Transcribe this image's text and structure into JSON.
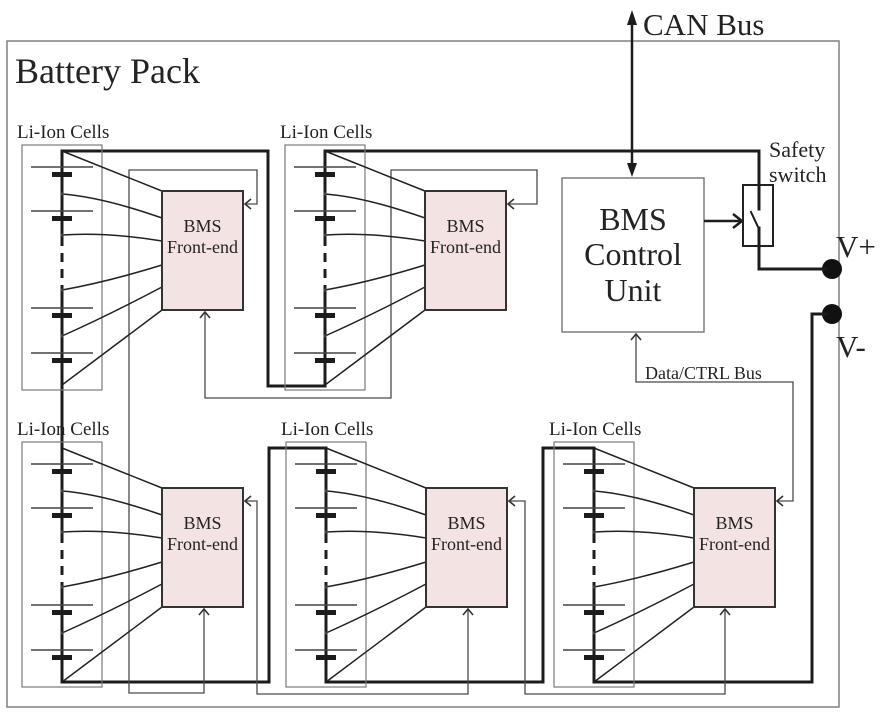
{
  "title": "Battery Pack",
  "can_bus": {
    "label": "CAN Bus"
  },
  "control_unit": {
    "lines": [
      "BMS",
      "Control",
      "Unit"
    ]
  },
  "safety_switch": {
    "lines": [
      "Safety",
      "switch"
    ]
  },
  "terminals": {
    "positive": "V+",
    "negative": "V-"
  },
  "data_bus": {
    "label": "Data/CTRL Bus"
  },
  "modules": [
    {
      "id": "module-top-left",
      "cells_label": "Li-Ion Cells",
      "frontend_lines": [
        "BMS",
        "Front-end"
      ]
    },
    {
      "id": "module-top-middle",
      "cells_label": "Li-Ion Cells",
      "frontend_lines": [
        "BMS",
        "Front-end"
      ]
    },
    {
      "id": "module-bottom-left",
      "cells_label": "Li-Ion Cells",
      "frontend_lines": [
        "BMS",
        "Front-end"
      ]
    },
    {
      "id": "module-bottom-middle",
      "cells_label": "Li-Ion Cells",
      "frontend_lines": [
        "BMS",
        "Front-end"
      ]
    },
    {
      "id": "module-bottom-right",
      "cells_label": "Li-Ion Cells",
      "frontend_lines": [
        "BMS",
        "Front-end"
      ]
    }
  ],
  "colors": {
    "frontend_fill": "#f3e3e3",
    "power_line": "#1c1c1c",
    "signal_line": "#4a4a4a",
    "boundary": "#808080"
  }
}
